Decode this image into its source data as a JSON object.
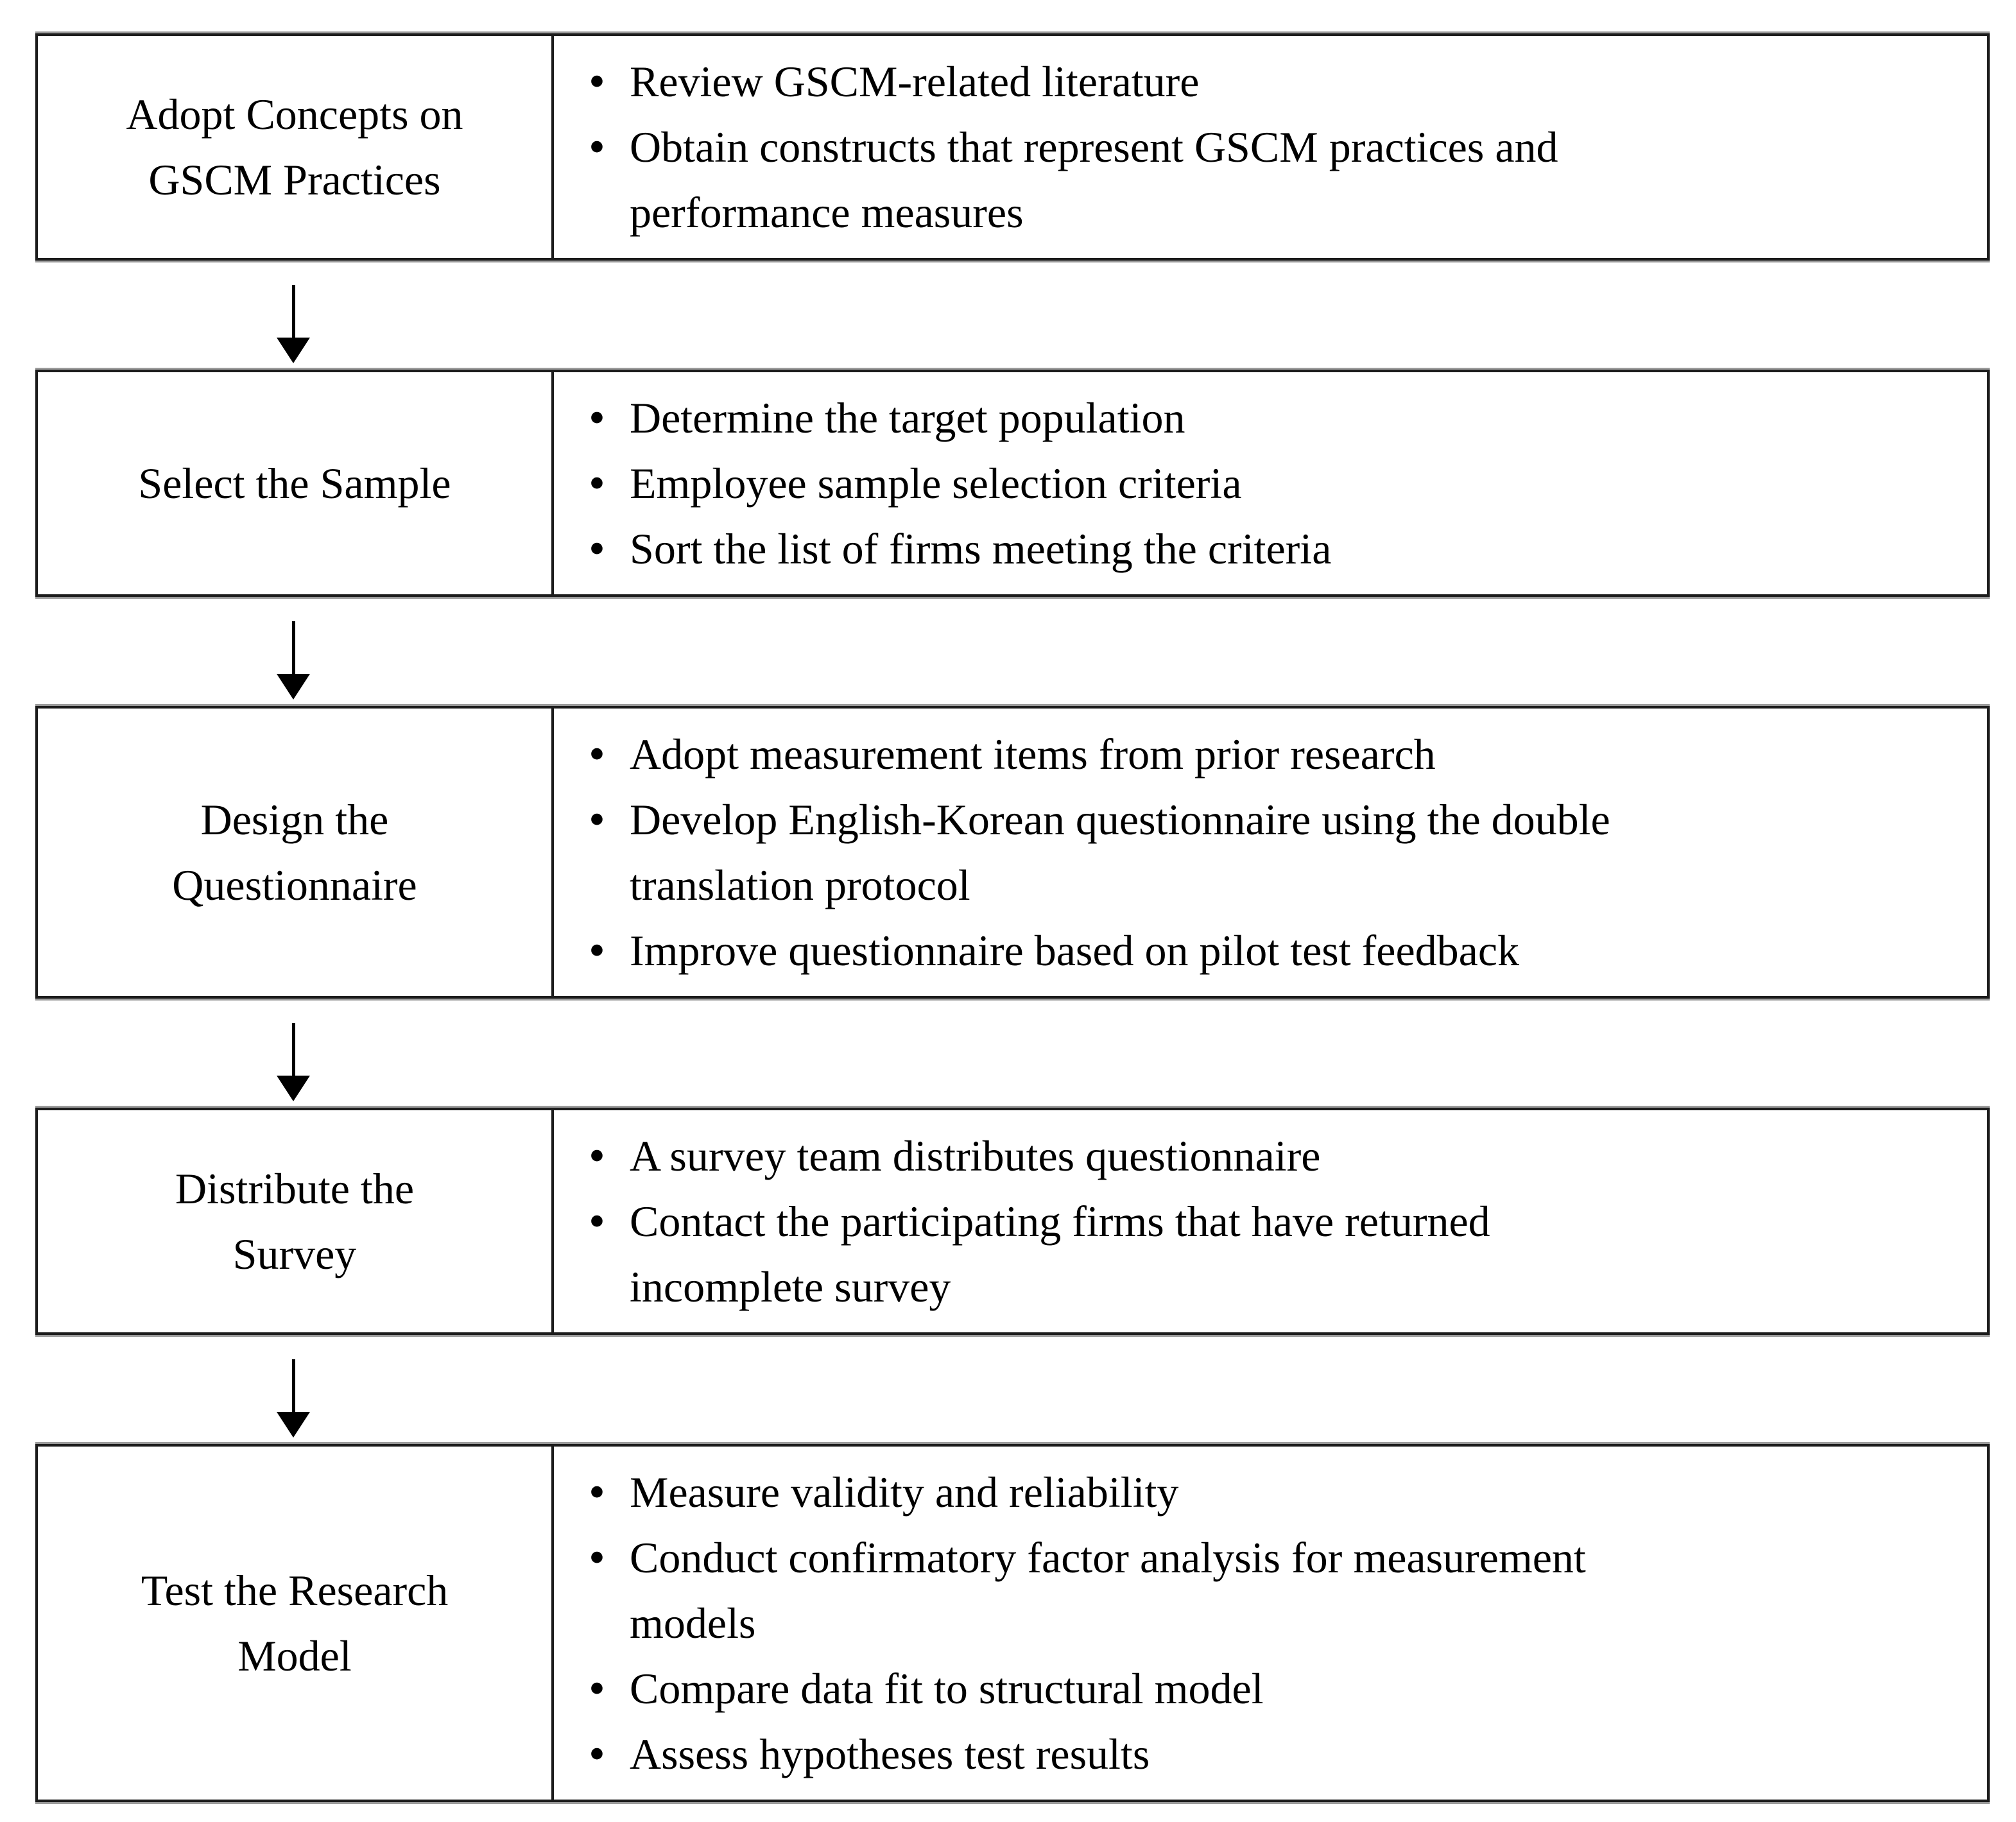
{
  "figure": {
    "type": "flowchart",
    "direction": "top-down",
    "colors": {
      "background": "#ffffff",
      "border": "#1c1c1c",
      "text": "#000000"
    },
    "arrow_icon": "down-arrow"
  },
  "steps": [
    {
      "title": "Adopt Concepts on\nGSCM Practices",
      "bullets": [
        "Review GSCM-related literature",
        "Obtain constructs that represent GSCM practices and\nperformance measures"
      ]
    },
    {
      "title": "Select the Sample",
      "bullets": [
        "Determine the target population",
        "Employee sample selection criteria",
        "Sort the list of firms meeting the criteria"
      ]
    },
    {
      "title": "Design the\nQuestionnaire",
      "bullets": [
        "Adopt measurement items from prior research",
        "Develop English-Korean questionnaire using the double\ntranslation protocol",
        "Improve questionnaire based on pilot test feedback"
      ]
    },
    {
      "title": "Distribute the\nSurvey",
      "bullets": [
        "A survey team distributes questionnaire",
        "Contact the participating firms that have returned\nincomplete survey"
      ]
    },
    {
      "title": "Test the Research\nModel",
      "bullets": [
        "Measure validity and reliability",
        "Conduct confirmatory factor analysis for measurement\nmodels",
        "Compare data fit to structural model",
        "Assess hypotheses test results"
      ]
    }
  ]
}
